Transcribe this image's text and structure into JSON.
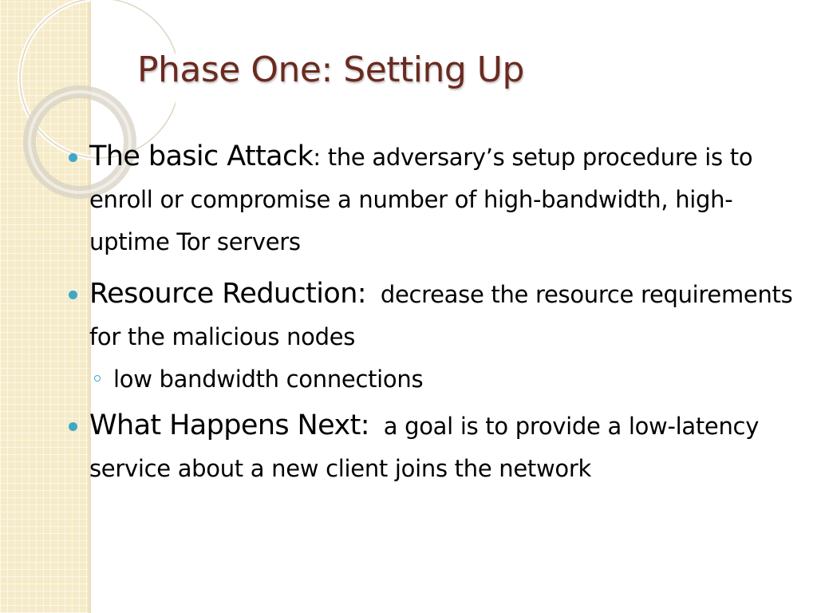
{
  "slide": {
    "title": "Phase One: Setting Up",
    "bullets": [
      {
        "lead": "The basic Attack",
        "rest": ": the adversary’s setup procedure is to enroll or compromise a number of high-bandwidth, high-uptime Tor servers"
      },
      {
        "lead": "Resource Reduction:",
        "rest": "  decrease the resource requirements for the malicious nodes",
        "sub": [
          "low bandwidth connections"
        ]
      },
      {
        "lead": "What Happens Next:",
        "rest": "  a goal is to provide a low-latency service about a new client joins the network"
      }
    ]
  },
  "theme": {
    "title_color": "#6b2a20",
    "bullet_color": "#3ea8c8",
    "strip_color": "#f6ebc8"
  }
}
